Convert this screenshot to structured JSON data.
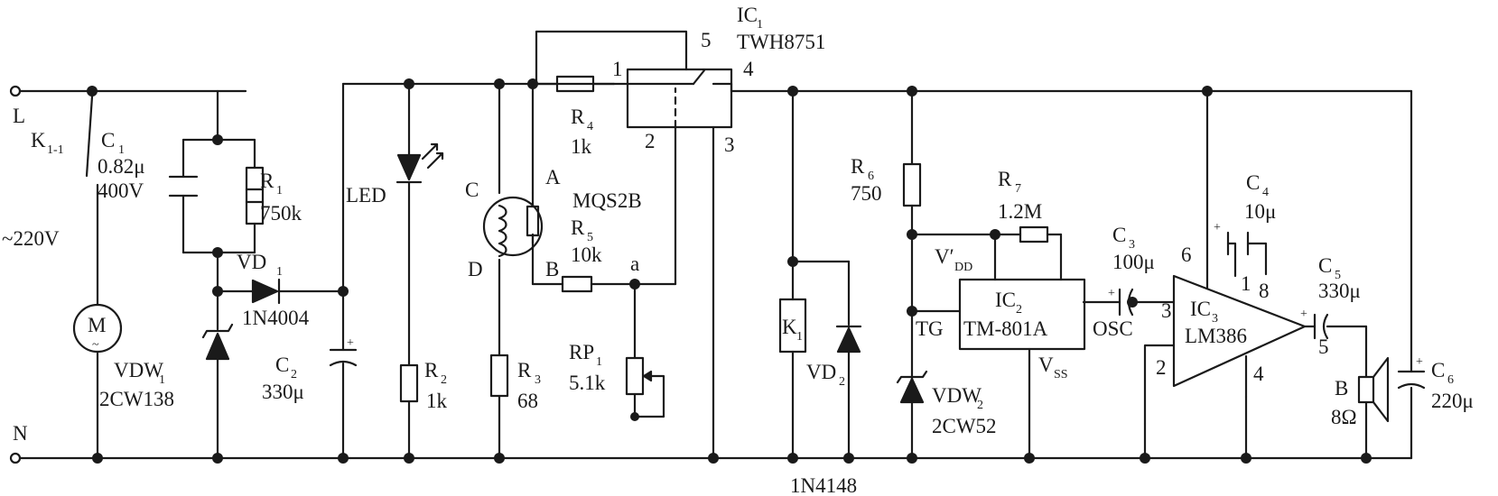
{
  "rails": {
    "line": "L",
    "neutral": "N",
    "supply": "~220V"
  },
  "components": {
    "k11": {
      "ref": "K",
      "sub": "1-1"
    },
    "c1": {
      "ref": "C",
      "sub": "1",
      "value": "0.82μ",
      "voltage": "400V"
    },
    "r1": {
      "ref": "R",
      "sub": "1",
      "value": "750k"
    },
    "motor": {
      "ref": "M",
      "sym": "~"
    },
    "vdw1": {
      "ref": "VDW",
      "sub": "1",
      "part": "2CW138"
    },
    "vd1": {
      "ref": "VD",
      "sub": "1",
      "part": "1N4004"
    },
    "c2": {
      "ref": "C",
      "sub": "2",
      "value": "330μ"
    },
    "led": {
      "ref": "LED"
    },
    "r2": {
      "ref": "R",
      "sub": "2",
      "value": "1k"
    },
    "sensor": {
      "part": "MQS2B",
      "pins": [
        "A",
        "B",
        "C",
        "D"
      ]
    },
    "r3": {
      "ref": "R",
      "sub": "3",
      "value": "68"
    },
    "r4": {
      "ref": "R",
      "sub": "4",
      "value": "1k"
    },
    "r5": {
      "ref": "R",
      "sub": "5",
      "value": "10k"
    },
    "rp1": {
      "ref": "RP",
      "sub": "1",
      "value": "5.1k",
      "node": "a"
    },
    "ic1": {
      "ref": "IC",
      "sub": "1",
      "part": "TWH8751",
      "pins": [
        "1",
        "2",
        "3",
        "4",
        "5"
      ]
    },
    "k1": {
      "ref": "K",
      "sub": "1"
    },
    "vd2": {
      "ref": "VD",
      "sub": "2",
      "part": "1N4148"
    },
    "r6": {
      "ref": "R",
      "sub": "6",
      "value": "750"
    },
    "r7": {
      "ref": "R",
      "sub": "7",
      "value": "1.2M"
    },
    "ic2": {
      "ref": "IC",
      "sub": "2",
      "part": "TM-801A",
      "vdd": "V′",
      "vdd_sub": "DD",
      "tg": "TG",
      "osc": "OSC",
      "vss": "V",
      "vss_sub": "SS"
    },
    "vdw2": {
      "ref": "VDW",
      "sub": "2",
      "part": "2CW52"
    },
    "c3": {
      "ref": "C",
      "sub": "3",
      "value": "100μ",
      "plus": "+"
    },
    "ic3": {
      "ref": "IC",
      "sub": "3",
      "part": "LM386",
      "pins": [
        "1",
        "2",
        "3",
        "4",
        "5",
        "6",
        "8"
      ]
    },
    "c4": {
      "ref": "C",
      "sub": "4",
      "value": "10μ"
    },
    "c5": {
      "ref": "C",
      "sub": "5",
      "value": "330μ"
    },
    "speaker": {
      "ref": "B",
      "value": "8Ω"
    },
    "c6": {
      "ref": "C",
      "sub": "6",
      "value": "220μ"
    }
  }
}
